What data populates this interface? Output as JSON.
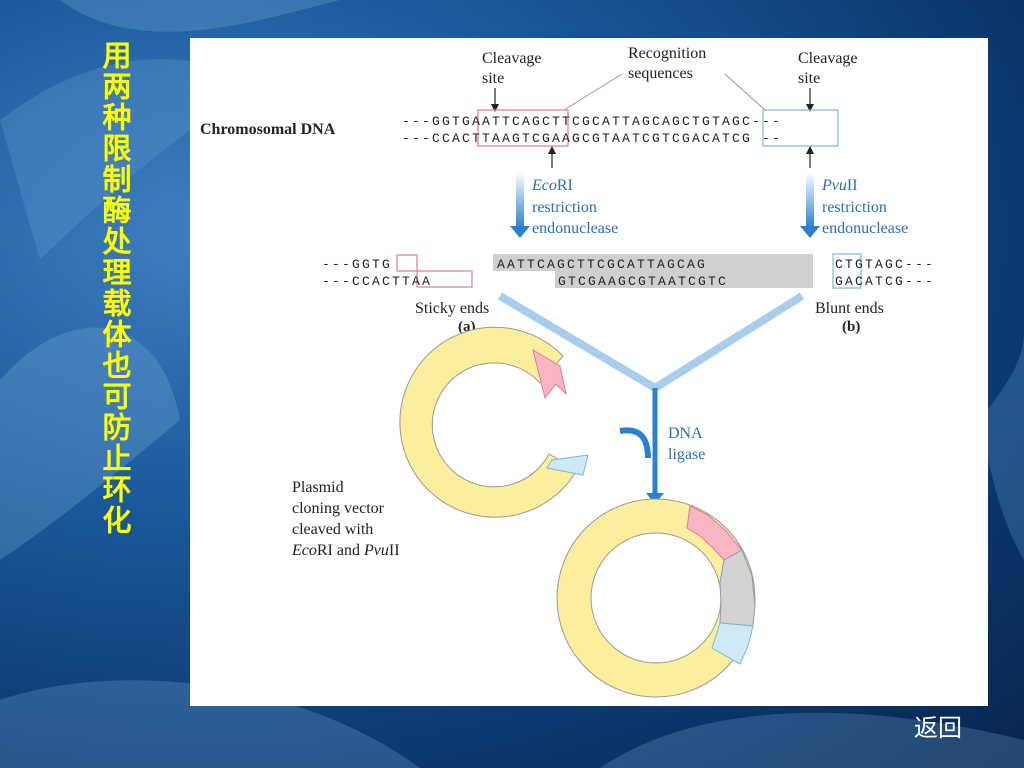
{
  "slide": {
    "title_vertical": "用两种限制酶处理载体也可防止环化",
    "back_link": "返回"
  },
  "figure": {
    "cleavage_site_left": [
      "Cleavage",
      "site"
    ],
    "recognition_sequences": [
      "Recognition",
      "sequences"
    ],
    "cleavage_site_right": [
      "Cleavage",
      "site"
    ],
    "chromosomal_dna_label": "Chromosomal DNA",
    "chrom_top": "---GGTGAATTCAGCTTCGCATTAGCAGCTGTAGC---",
    "chrom_bottom": "---CCACTTAAGTCGAAGCGTAATCGTCGACATCG --",
    "ecori_name_italic": "Eco",
    "ecori_name_rest": "RI",
    "ecori_desc": [
      "restriction",
      "endonuclease"
    ],
    "pvuii_name_italic": "Pvu",
    "pvuii_name_rest": "II",
    "pvuii_desc": [
      "restriction",
      "endonuclease"
    ],
    "left_frag_top": "---GGTG",
    "left_frag_bottom": "---CCACTTAA",
    "mid_frag_top": "AATTCAGCTTCGCATTAGCAG",
    "mid_frag_bottom": "GTCGAAGCGTAATCGTC",
    "right_frag_top": "CTGTAGC---",
    "right_frag_bottom": "GACATCG---",
    "sticky_ends": "Sticky ends",
    "label_a": "(a)",
    "blunt_ends": "Blunt ends",
    "label_b": "(b)",
    "dna_ligase": [
      "DNA",
      "ligase"
    ],
    "plasmid_text": [
      "Plasmid",
      "cloning vector",
      "cleaved with"
    ],
    "plasmid_last_italic1": "Eco",
    "plasmid_last_mid": "RI and ",
    "plasmid_last_italic2": "Pvu",
    "plasmid_last_end": "II",
    "colors": {
      "ring_yellow": "#fbee9c",
      "pink": "#f7b6c2",
      "light_blue": "#cfe9f5",
      "gray": "#d2d2d2",
      "arrow_blue": "#2b80d0"
    }
  }
}
